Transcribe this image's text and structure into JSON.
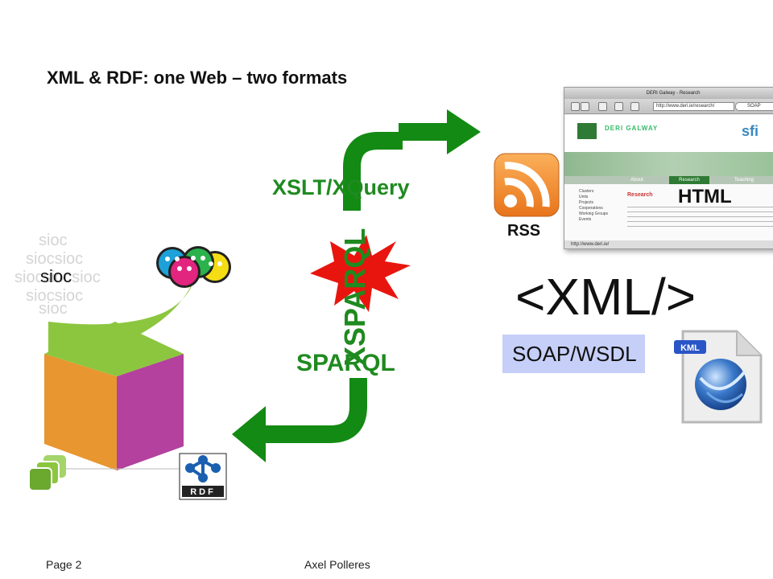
{
  "slide": {
    "title": "XML & RDF: one Web – two formats",
    "footer_page": "Page 2",
    "footer_author": "Axel Polleres"
  },
  "labels": {
    "xslt_xquery": "XSLT/XQuery",
    "sparql": "SPARQL",
    "xsparql": "XSPARQL",
    "xml_tag": "<XML/>",
    "soap_wsdl": "SOAP/WSDL",
    "rss": "RSS",
    "html": "HTML"
  },
  "logos": {
    "rdf": "RDF",
    "kml": "KML",
    "sioc": "sioc"
  },
  "browser": {
    "title": "DERI Galway - Research",
    "url": "http://www.deri.ie/research/",
    "search": "SOAP",
    "site_name": "DERI GALWAY",
    "sfi": "sfi",
    "tabs": [
      "About",
      "Research",
      "Teaching"
    ],
    "menu": [
      "Clusters",
      "Units",
      "Projects",
      "Cooperations",
      "Working Groups",
      "Events"
    ],
    "heading": "Research",
    "status": "http://www.deri.ie/"
  },
  "colors": {
    "arrow_green": "#138a13",
    "label_green": "#1f8a1f",
    "soap_bg": "#c6cff8",
    "rss_orange": "#f39c2f",
    "cube_orange": "#e8962f",
    "cube_magenta": "#b3419d",
    "cube_green": "#8cc63f"
  }
}
